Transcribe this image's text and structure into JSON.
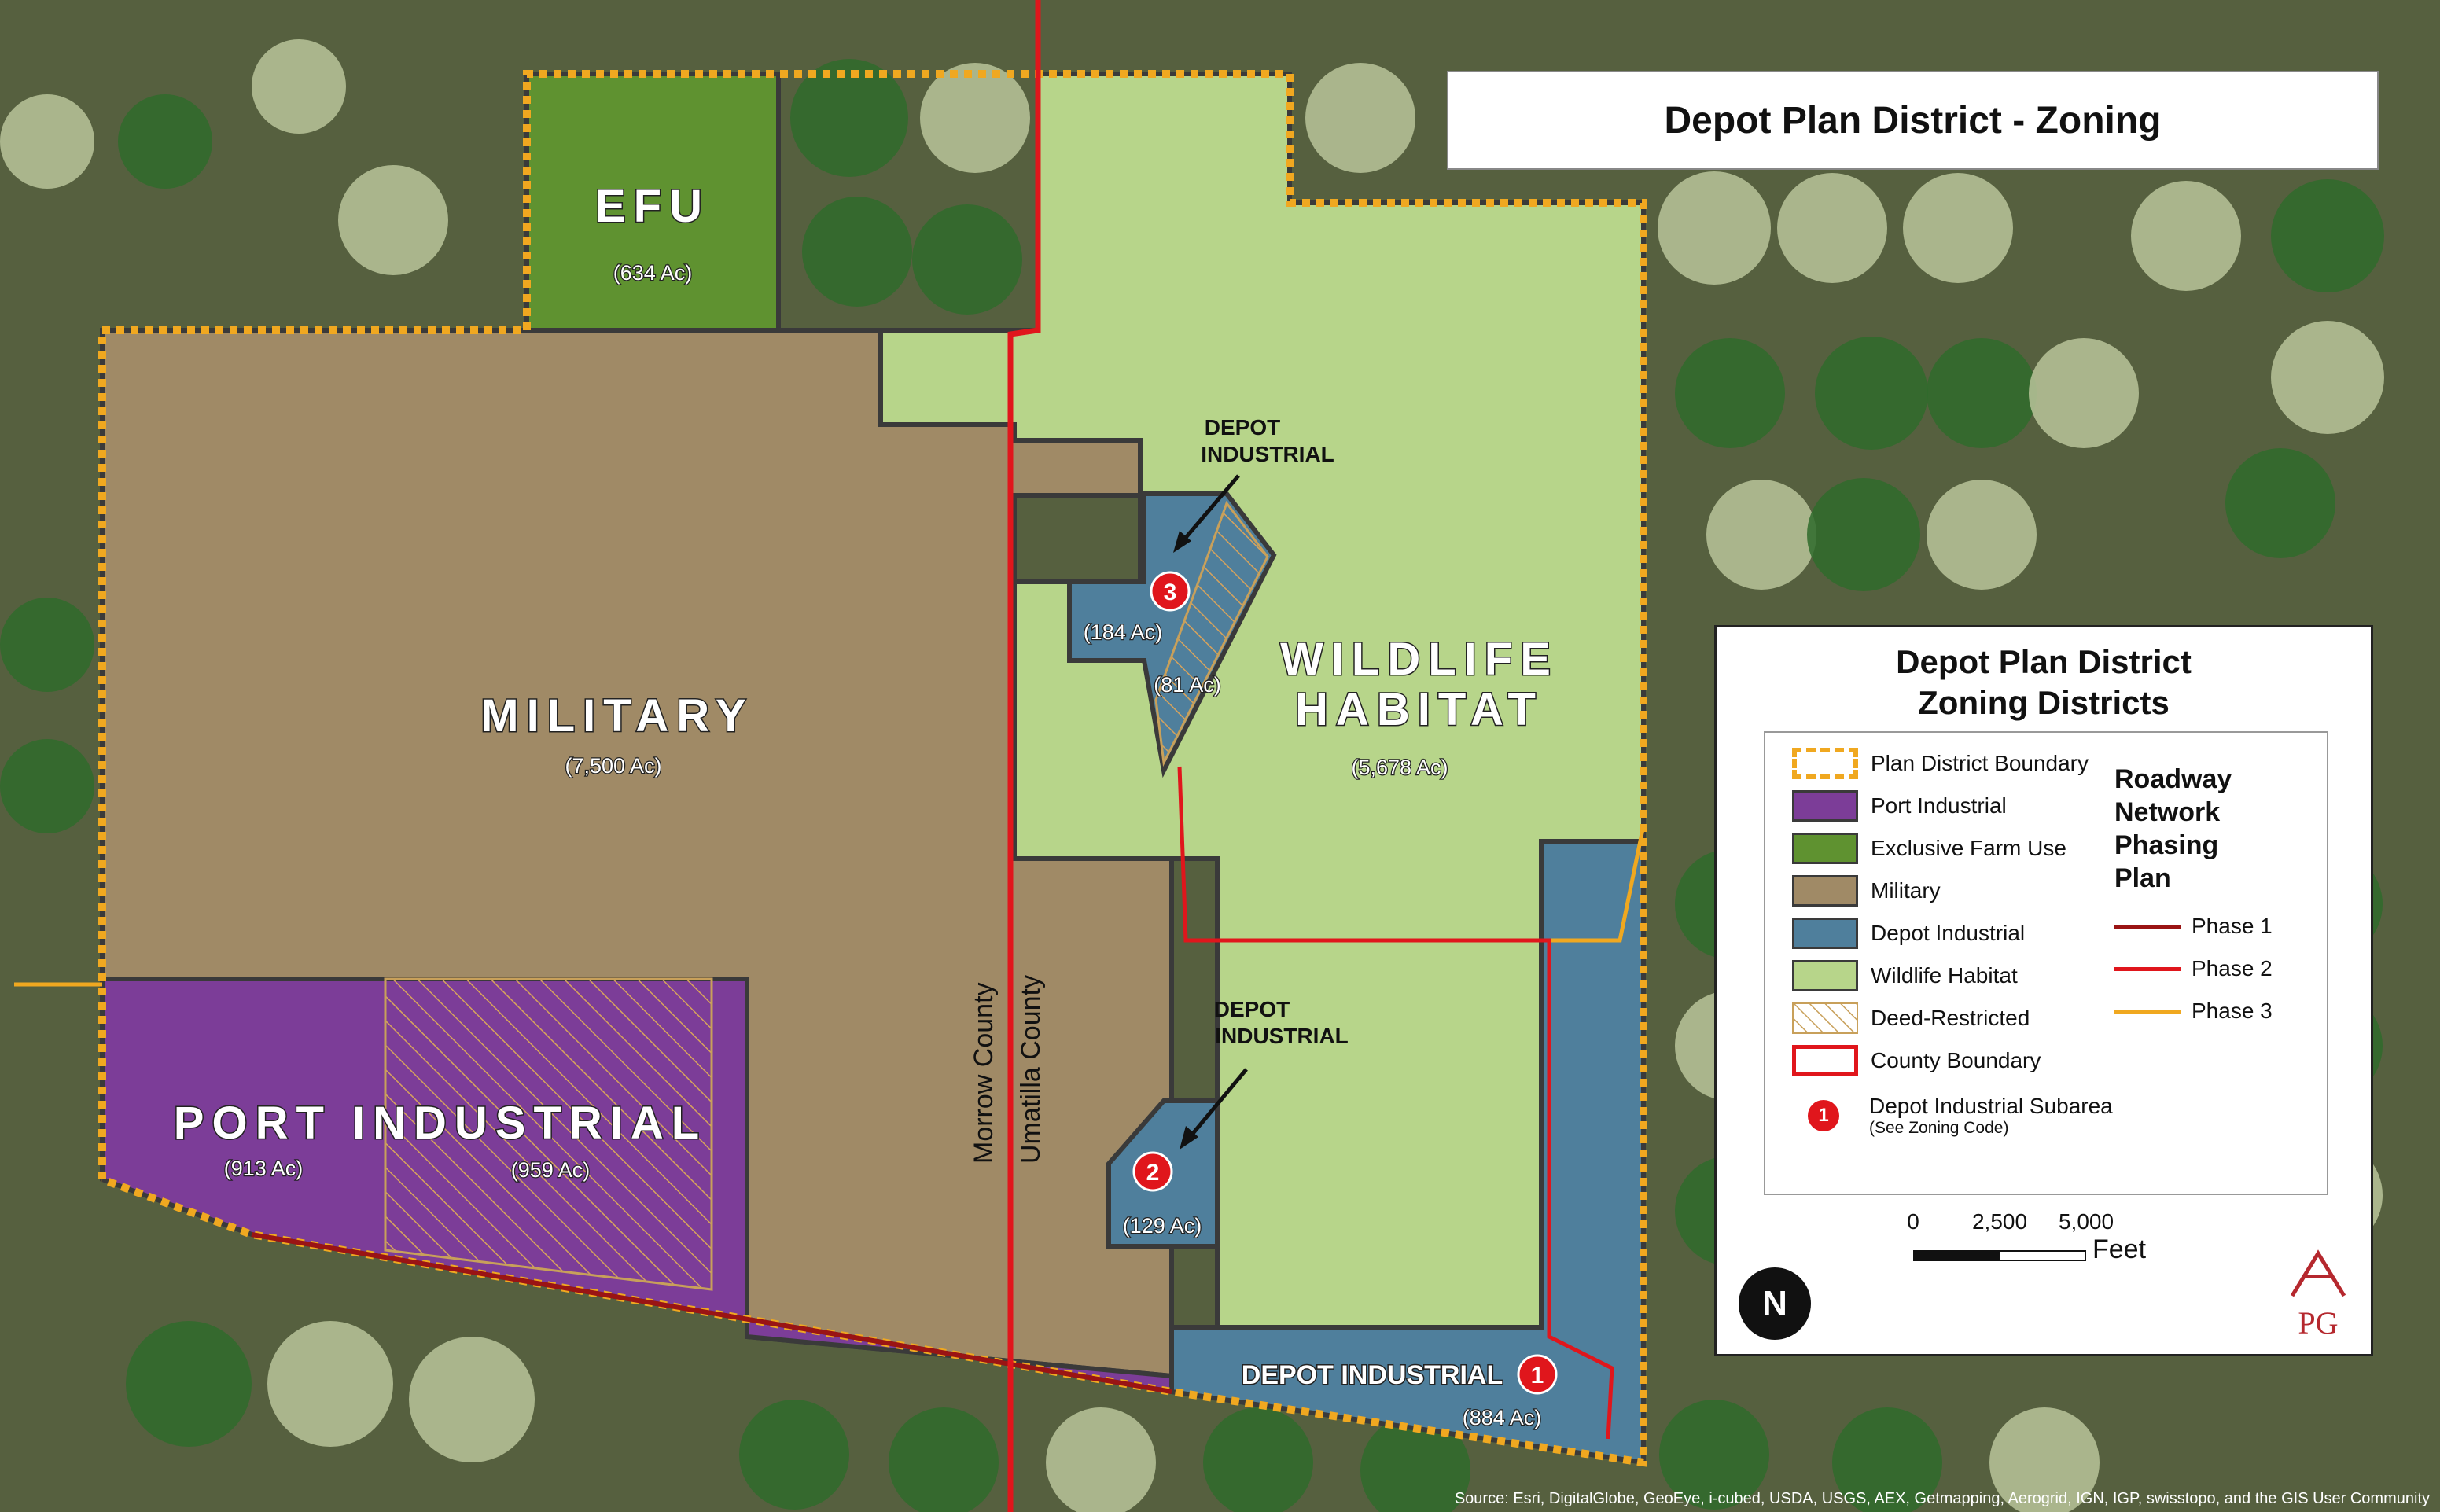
{
  "map_title": "Depot Plan District - Zoning",
  "zones": {
    "efu": {
      "label": "EFU",
      "acres": "(634 Ac)"
    },
    "military": {
      "label": "MILITARY",
      "acres": "(7,500 Ac)"
    },
    "wildlife": {
      "label_line1": "WILDLIFE",
      "label_line2": "HABITAT",
      "acres": "(5,678 Ac)"
    },
    "port": {
      "label": "PORT INDUSTRIAL",
      "acres_west": "(913 Ac)",
      "acres_east": "(959 Ac)"
    },
    "depot_3": {
      "callout_line1": "DEPOT",
      "callout_line2": "INDUSTRIAL",
      "acres": "(184 Ac)",
      "acres_restricted": "(81 Ac)",
      "subarea": "3"
    },
    "depot_2": {
      "callout_line1": "DEPOT",
      "callout_line2": "INDUSTRIAL",
      "acres": "(129 Ac)",
      "subarea": "2"
    },
    "depot_1": {
      "label": "DEPOT INDUSTRIAL",
      "acres": "(884 Ac)",
      "subarea": "1"
    }
  },
  "counties": {
    "west": "Morrow County",
    "east": "Umatilla County"
  },
  "legend": {
    "title_line1": "Depot Plan District",
    "title_line2": "Zoning Districts",
    "items": [
      {
        "label": "Plan District Boundary",
        "swatch": "boundary"
      },
      {
        "label": "Port Industrial",
        "swatch": "port"
      },
      {
        "label": "Exclusive Farm Use",
        "swatch": "efu"
      },
      {
        "label": "Military",
        "swatch": "military"
      },
      {
        "label": "Depot Industrial",
        "swatch": "depot"
      },
      {
        "label": "Wildlife Habitat",
        "swatch": "wildlife"
      },
      {
        "label": "Deed-Restricted",
        "swatch": "deed"
      },
      {
        "label": "County Boundary",
        "swatch": "county"
      }
    ],
    "subarea_label": "Depot Industrial Subarea",
    "subarea_note": "(See Zoning Code)",
    "subarea_symbol": "1",
    "roadway_title_lines": [
      "Roadway",
      "Network",
      "Phasing",
      "Plan"
    ],
    "phases": [
      {
        "label": "Phase 1",
        "color": "#9a1414"
      },
      {
        "label": "Phase 2",
        "color": "#e0161c"
      },
      {
        "label": "Phase 3",
        "color": "#f0a820"
      }
    ]
  },
  "scale": {
    "ticks": [
      "0",
      "2,500",
      "5,000"
    ],
    "unit": "Feet"
  },
  "north_symbol": "N",
  "firm_logo": "APG",
  "source_credit": "Source: Esri, DigitalGlobe, GeoEye, i-cubed, USDA, USGS, AEX, Getmapping, Aerogrid, IGN, IGP, swisstopo, and the GIS User Community",
  "colors": {
    "military": "#a08a66",
    "wildlife": "#b7d58a",
    "efu": "#5f9230",
    "port": "#7c3d98",
    "depot": "#4f7f9c",
    "county_line": "#e0161c",
    "boundary": "#f0a820",
    "zone_outline": "#3a3a3a",
    "crop_dark": "#2f6b2c",
    "crop_light": "#b9c49a"
  }
}
